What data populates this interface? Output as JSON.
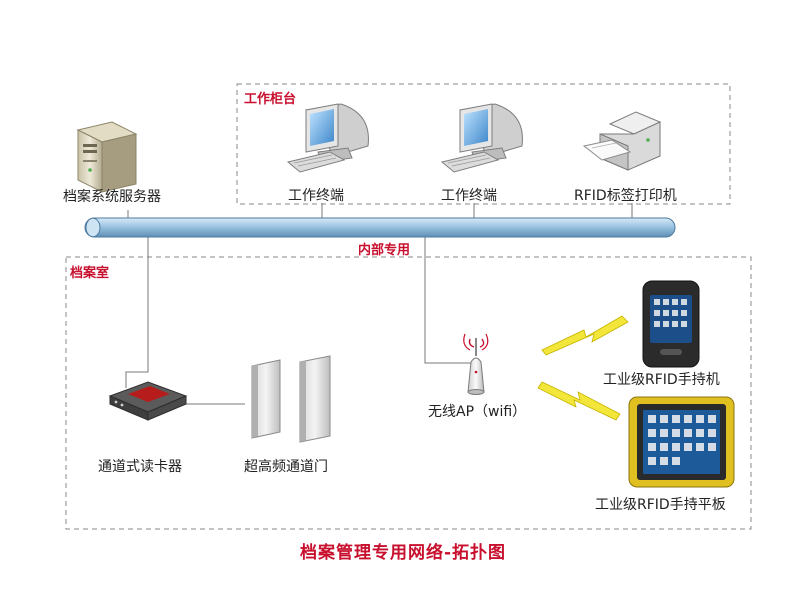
{
  "zones": {
    "workstation_area": "工作柜台",
    "archive_room": "档案室"
  },
  "network": {
    "backbone_label": "内部专用"
  },
  "devices": {
    "server": "档案系统服务器",
    "terminal_1": "工作终端",
    "terminal_2": "工作终端",
    "printer": "RFID标签打印机",
    "card_reader": "通道式读卡器",
    "uhf_gate": "超高频通道门",
    "access_point": "无线AP（wifi）",
    "handheld": "工业级RFID手持机",
    "tablet": "工业级RFID手持平板"
  },
  "colors": {
    "accent_red": "#c8102e",
    "backbone_blue": "#8fb8d8",
    "signal_yellow": "#f3e63a"
  },
  "caption": "档案管理专用网络-拓扑图"
}
